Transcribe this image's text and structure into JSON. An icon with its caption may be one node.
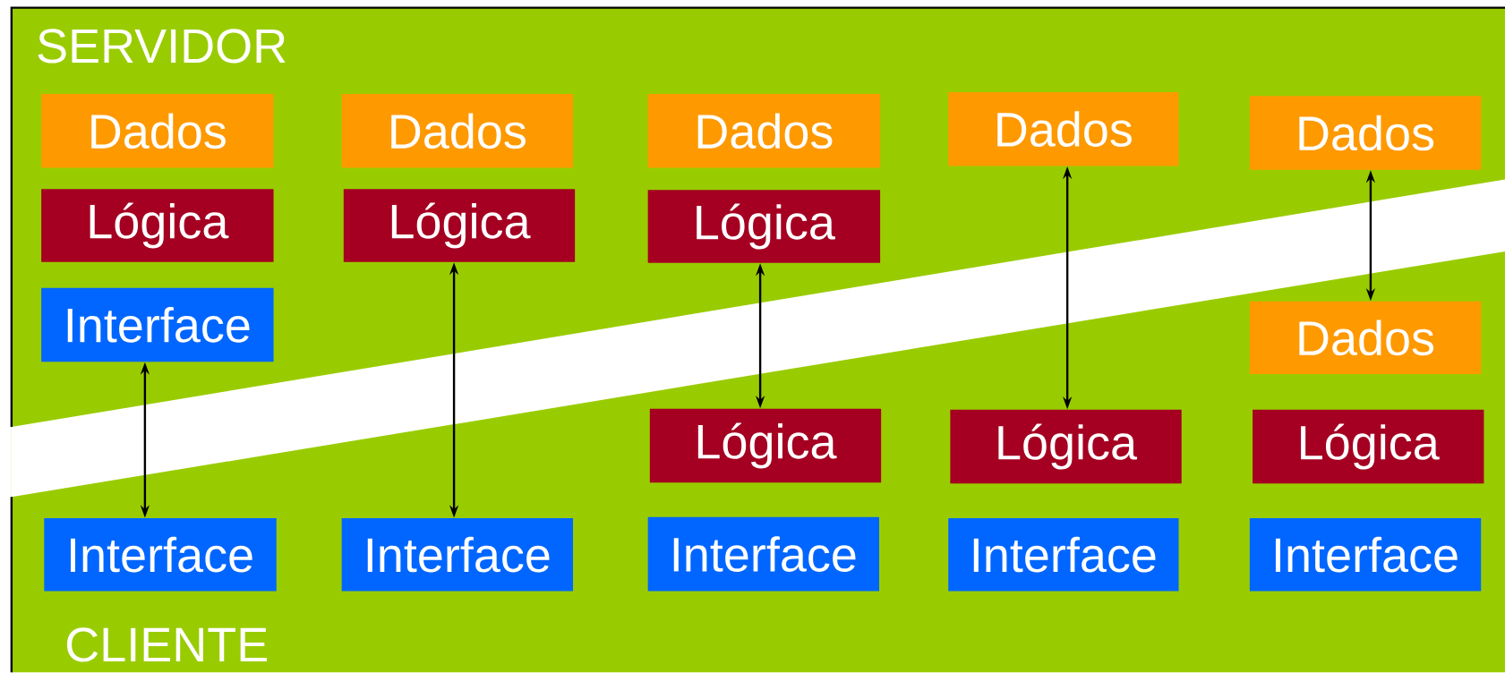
{
  "diagram": {
    "nodes": [
      {
        "text": [
          "Dados"
        ]
      },
      {
        "text": [
          "Dados"
        ]
      },
      {
        "text": [
          "Dados"
        ]
      },
      {
        "text": [
          "Dados"
        ]
      },
      {
        "text": [
          "Dados"
        ]
      },
      {
        "text": [
          "Lógica"
        ]
      },
      {
        "text": [
          "Lógica"
        ]
      },
      {
        "text": [
          "Lógica"
        ]
      },
      {
        "text": [
          "Interface"
        ]
      },
      {
        "text": [
          "Dados"
        ]
      },
      {
        "text": [
          "Lógica"
        ]
      },
      {
        "text": [
          "Lógica"
        ]
      },
      {
        "text": [
          "Lógica"
        ]
      },
      {
        "text": [
          "Interface"
        ]
      },
      {
        "text": [
          "Interface"
        ]
      },
      {
        "text": [
          "Interface"
        ]
      },
      {
        "text": [
          "Interface"
        ]
      },
      {
        "text": [
          "Interface"
        ]
      }
    ],
    "edges": [
      {
        "from": 8,
        "to": 13,
        "arrow": "both"
      },
      {
        "from": 6,
        "to": 14,
        "arrow": "both"
      },
      {
        "from": 7,
        "to": 10,
        "arrow": "both"
      },
      {
        "from": 3,
        "to": 11,
        "arrow": "both"
      },
      {
        "from": 4,
        "to": 9,
        "arrow": "both"
      }
    ],
    "labels": [
      "SERVIDOR",
      "CLIENTE"
    ]
  }
}
